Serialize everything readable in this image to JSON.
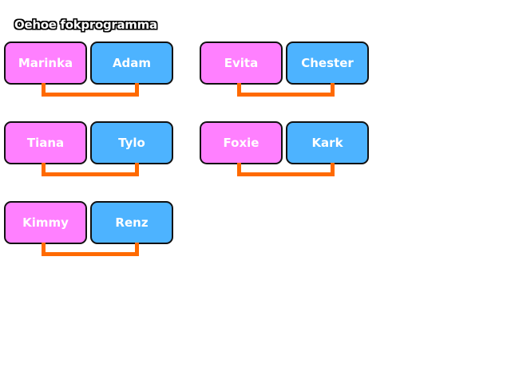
{
  "title": "Oehoe fokprogramma",
  "colors": {
    "female": "#ff80ff",
    "male": "#4db3ff",
    "connector": "#ff6a00",
    "outline": "#111111"
  },
  "pairs": [
    {
      "female": "Marinka",
      "male": "Adam"
    },
    {
      "female": "Evita",
      "male": "Chester"
    },
    {
      "female": "Tiana",
      "male": "Tylo"
    },
    {
      "female": "Foxie",
      "male": "Kark"
    },
    {
      "female": "Kimmy",
      "male": "Renz"
    }
  ]
}
